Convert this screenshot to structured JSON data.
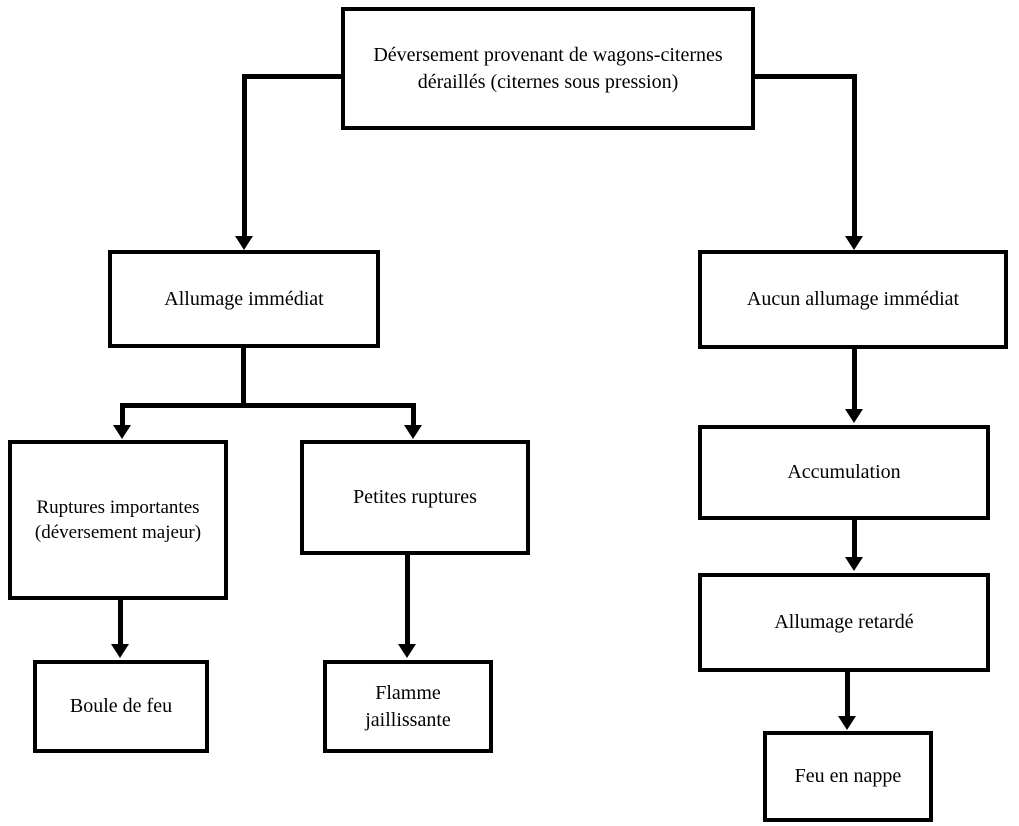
{
  "diagram": {
    "title": "Arbre des evenements - deversement de wagons-citernes",
    "language": "fr",
    "stroke_color": "#000000",
    "fill_color": "#ffffff",
    "nodes": {
      "source": "Déversement provenant de wagons-citernes déraillés (citernes sous pression)",
      "immediate_ignition": "Allumage immédiat",
      "no_immediate_ignition": "Aucun allumage immédiat",
      "major_ruptures": "Ruptures importantes (déversement majeur)",
      "small_ruptures": "Petites ruptures",
      "fireball": "Boule de feu",
      "jet_flame": "Flamme jaillissante",
      "accumulation": "Accumulation",
      "delayed_ignition": "Allumage retardé",
      "pool_fire": "Feu en nappe"
    },
    "edges": [
      {
        "from": "source",
        "to": "immediate_ignition"
      },
      {
        "from": "source",
        "to": "no_immediate_ignition"
      },
      {
        "from": "immediate_ignition",
        "to": "major_ruptures"
      },
      {
        "from": "immediate_ignition",
        "to": "small_ruptures"
      },
      {
        "from": "major_ruptures",
        "to": "fireball"
      },
      {
        "from": "small_ruptures",
        "to": "jet_flame"
      },
      {
        "from": "no_immediate_ignition",
        "to": "accumulation"
      },
      {
        "from": "accumulation",
        "to": "delayed_ignition"
      },
      {
        "from": "delayed_ignition",
        "to": "pool_fire"
      }
    ]
  }
}
